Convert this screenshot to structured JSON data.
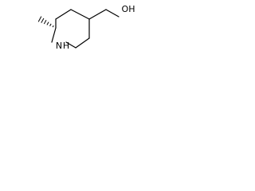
{
  "molecule": {
    "atoms": {
      "nitrogen": "N",
      "nitrogen_hydrogen": "H",
      "hydroxyl": "OH"
    },
    "stereo_bond": "hashed-wedge"
  },
  "colors": {
    "background": "#ffffff",
    "ink": "#000000"
  }
}
